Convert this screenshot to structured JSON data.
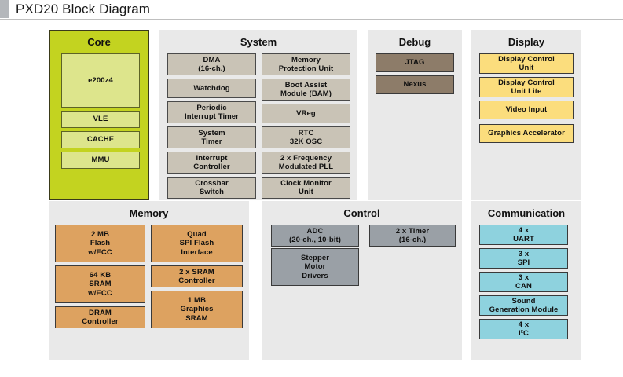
{
  "header": {
    "title": "PXD20 Block Diagram",
    "accent_color": "#b4b7bb"
  },
  "diagram": {
    "panel_background": "#e9e9e9",
    "sections": [
      {
        "id": "core",
        "title": "Core",
        "header_color": "#c3d320",
        "block_color": "#dde58c",
        "blocks": [
          {
            "label": "e200z4"
          },
          {
            "label": "VLE"
          },
          {
            "label": "CACHE"
          },
          {
            "label": "MMU"
          }
        ]
      },
      {
        "id": "system",
        "title": "System",
        "block_color": "#c9c3b6",
        "blocks": [
          {
            "label": "DMA\n(16-ch.)"
          },
          {
            "label": "Watchdog"
          },
          {
            "label": "Periodic\nInterrupt Timer"
          },
          {
            "label": "System\nTimer"
          },
          {
            "label": "Interrupt\nController"
          },
          {
            "label": "Crossbar\nSwitch"
          },
          {
            "label": "Memory\nProtection Unit"
          },
          {
            "label": "Boot Assist\nModule (BAM)"
          },
          {
            "label": "VReg"
          },
          {
            "label": "RTC\n32K OSC"
          },
          {
            "label": "2 x Frequency\nModulated PLL"
          },
          {
            "label": "Clock Monitor\nUnit"
          }
        ]
      },
      {
        "id": "debug",
        "title": "Debug",
        "block_color": "#8d7c69",
        "blocks": [
          {
            "label": "JTAG"
          },
          {
            "label": "Nexus"
          }
        ]
      },
      {
        "id": "display",
        "title": "Display",
        "block_color": "#fbdd7d",
        "blocks": [
          {
            "label": "Display Control\nUnit"
          },
          {
            "label": "Display Control\nUnit Lite"
          },
          {
            "label": "Video Input"
          },
          {
            "label": "Graphics Accelerator"
          }
        ]
      },
      {
        "id": "memory",
        "title": "Memory",
        "block_color": "#dda260",
        "blocks": [
          {
            "label": "2 MB\nFlash\nw/ECC"
          },
          {
            "label": "64 KB\nSRAM\nw/ECC"
          },
          {
            "label": "DRAM\nController"
          },
          {
            "label": "Quad\nSPI Flash\nInterface"
          },
          {
            "label": "2 x SRAM\nController"
          },
          {
            "label": "1 MB\nGraphics\nSRAM"
          }
        ]
      },
      {
        "id": "control",
        "title": "Control",
        "block_color": "#9aa0a6",
        "blocks": [
          {
            "label": "ADC\n(20-ch., 10-bit)"
          },
          {
            "label": "Stepper\nMotor\nDrivers"
          },
          {
            "label": "2 x Timer\n(16-ch.)"
          }
        ]
      },
      {
        "id": "communication",
        "title": "Communication",
        "block_color": "#8ed2de",
        "blocks": [
          {
            "label": "4 x\nUART"
          },
          {
            "label": "3 x\nSPI"
          },
          {
            "label": "3 x\nCAN"
          },
          {
            "label": "Sound\nGeneration Module"
          },
          {
            "label": "4 x\nI²C"
          }
        ]
      }
    ]
  }
}
